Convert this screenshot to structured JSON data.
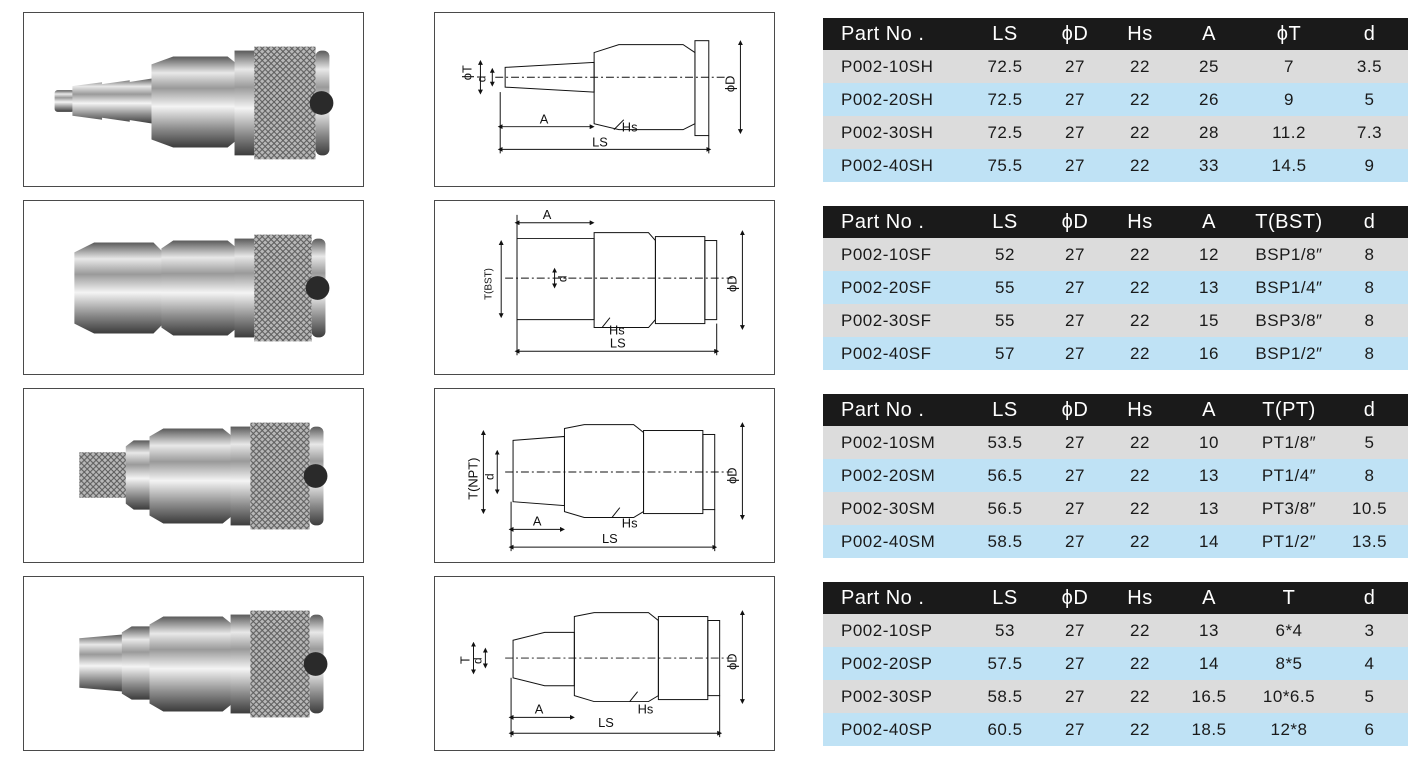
{
  "colors": {
    "header_bg": "#1a1a1a",
    "row_gray": "#dcdcdc",
    "row_blue": "#bfe2f5"
  },
  "sections": [
    {
      "id": "sh",
      "drawing_labels": {
        "diameter_t": "ϕT",
        "d": "d",
        "a": "A",
        "hs": "Hs",
        "ls": "LS",
        "diameter_d": "ϕD"
      },
      "table": {
        "headers": [
          "Part No .",
          "LS",
          "ϕD",
          "Hs",
          "A",
          "ϕT",
          "d"
        ],
        "rows": [
          [
            "P002-10SH",
            "72.5",
            "27",
            "22",
            "25",
            "7",
            "3.5"
          ],
          [
            "P002-20SH",
            "72.5",
            "27",
            "22",
            "26",
            "9",
            "5"
          ],
          [
            "P002-30SH",
            "72.5",
            "27",
            "22",
            "28",
            "11.2",
            "7.3"
          ],
          [
            "P002-40SH",
            "75.5",
            "27",
            "22",
            "33",
            "14.5",
            "9"
          ]
        ]
      }
    },
    {
      "id": "sf",
      "drawing_labels": {
        "thread": "T(BST)",
        "d": "d",
        "a": "A",
        "hs": "Hs",
        "ls": "LS",
        "diameter_d": "ϕD"
      },
      "table": {
        "headers": [
          "Part No .",
          "LS",
          "ϕD",
          "Hs",
          "A",
          "T(BST)",
          "d"
        ],
        "rows": [
          [
            "P002-10SF",
            "52",
            "27",
            "22",
            "12",
            "BSP1/8″",
            "8"
          ],
          [
            "P002-20SF",
            "55",
            "27",
            "22",
            "13",
            "BSP1/4″",
            "8"
          ],
          [
            "P002-30SF",
            "55",
            "27",
            "22",
            "15",
            "BSP3/8″",
            "8"
          ],
          [
            "P002-40SF",
            "57",
            "27",
            "22",
            "16",
            "BSP1/2″",
            "8"
          ]
        ]
      }
    },
    {
      "id": "sm",
      "drawing_labels": {
        "thread": "T(NPT)",
        "d": "d",
        "a": "A",
        "hs": "Hs",
        "ls": "LS",
        "diameter_d": "ϕD"
      },
      "table": {
        "headers": [
          "Part No .",
          "LS",
          "ϕD",
          "Hs",
          "A",
          "T(PT)",
          "d"
        ],
        "rows": [
          [
            "P002-10SM",
            "53.5",
            "27",
            "22",
            "10",
            "PT1/8″",
            "5"
          ],
          [
            "P002-20SM",
            "56.5",
            "27",
            "22",
            "13",
            "PT1/4″",
            "8"
          ],
          [
            "P002-30SM",
            "56.5",
            "27",
            "22",
            "13",
            "PT3/8″",
            "10.5"
          ],
          [
            "P002-40SM",
            "58.5",
            "27",
            "22",
            "14",
            "PT1/2″",
            "13.5"
          ]
        ]
      }
    },
    {
      "id": "sp",
      "drawing_labels": {
        "thread": "T",
        "d": "d",
        "a": "A",
        "hs": "Hs",
        "ls": "LS",
        "diameter_d": "ϕD"
      },
      "table": {
        "headers": [
          "Part No .",
          "LS",
          "ϕD",
          "Hs",
          "A",
          "T",
          "d"
        ],
        "rows": [
          [
            "P002-10SP",
            "53",
            "27",
            "22",
            "13",
            "6*4",
            "3"
          ],
          [
            "P002-20SP",
            "57.5",
            "27",
            "22",
            "14",
            "8*5",
            "4"
          ],
          [
            "P002-30SP",
            "58.5",
            "27",
            "22",
            "16.5",
            "10*6.5",
            "5"
          ],
          [
            "P002-40SP",
            "60.5",
            "27",
            "22",
            "18.5",
            "12*8",
            "6"
          ]
        ]
      }
    }
  ]
}
